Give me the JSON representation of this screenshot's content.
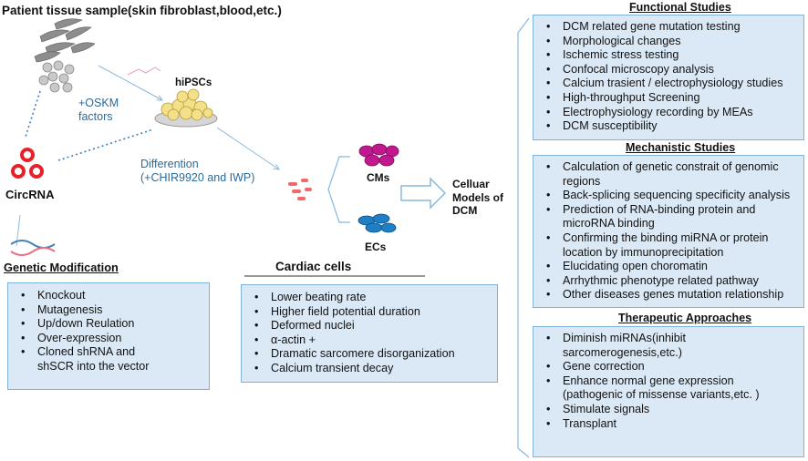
{
  "title": "Patient tissue sample(skin fibroblast,blood,etc.)",
  "labels": {
    "oskm_line1": "+OSKM",
    "oskm_line2": "factors",
    "hipscs": "hiPSCs",
    "circrna": "CircRNA",
    "diff_line1": "Differention",
    "diff_line2": "(+CHIR9920 and IWP)",
    "cms": "CMs",
    "ecs": "ECs",
    "cellular_line1": "Celluar",
    "cellular_line2": "Models of",
    "cellular_line3": "DCM"
  },
  "genetic_modification": {
    "title": "Genetic Modification",
    "items": [
      "Knockout",
      "Mutagenesis",
      "Up/down Reulation",
      "Over-expression",
      "Cloned shRNA and shSCR into the vector"
    ]
  },
  "cardiac_cells": {
    "title": "Cardiac cells",
    "items": [
      "Lower beating rate",
      "Higher field potential duration",
      "Deformed nuclei",
      "α-actin +",
      "Dramatic sarcomere disorganization",
      "Calcium transient decay"
    ]
  },
  "functional_studies": {
    "title": "Functional Studies",
    "items": [
      "DCM related gene mutation testing",
      "Morphological changes",
      "Ischemic stress testing",
      "Confocal microscopy analysis",
      "Calcium trasient / electrophysiology studies",
      "High-throughput Screening",
      "Electrophysiology recording by MEAs",
      "DCM susceptibility"
    ]
  },
  "mechanistic_studies": {
    "title": "Mechanistic Studies",
    "items": [
      "Calculation of genetic constrait of genomic regions",
      "Back-splicing sequencing specificity analysis",
      "Prediction of RNA-binding protein and microRNA binding",
      "Confirming the binding miRNA or protein location by immunoprecipitation",
      "Elucidating open choromatin",
      "Arrhythmic phenotype related pathway",
      "Other diseases genes mutation relationship"
    ]
  },
  "therapeutic_approaches": {
    "title": "Therapeutic Approaches",
    "items": [
      "Diminish miRNAs(inhibit sarcomerogenesis,etc.)",
      "Gene correction",
      "Enhance normal gene expression (pathogenic of missense variants,etc. )",
      "Stimulate signals",
      "Transplant"
    ]
  },
  "colors": {
    "box_fill": "#dbe9f6",
    "box_border": "#7fb3dc",
    "circrna_red": "#e8202a",
    "cm_magenta": "#c2188f",
    "ec_blue": "#1f7fc4",
    "label_blue": "#2c6a99"
  }
}
